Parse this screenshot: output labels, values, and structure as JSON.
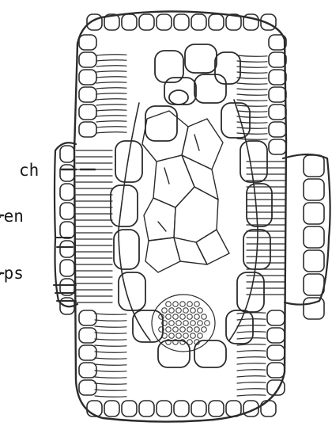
{
  "figure": {
    "labels": {
      "ch": "ch",
      "en": "-en",
      "ps": "-ps"
    }
  }
}
